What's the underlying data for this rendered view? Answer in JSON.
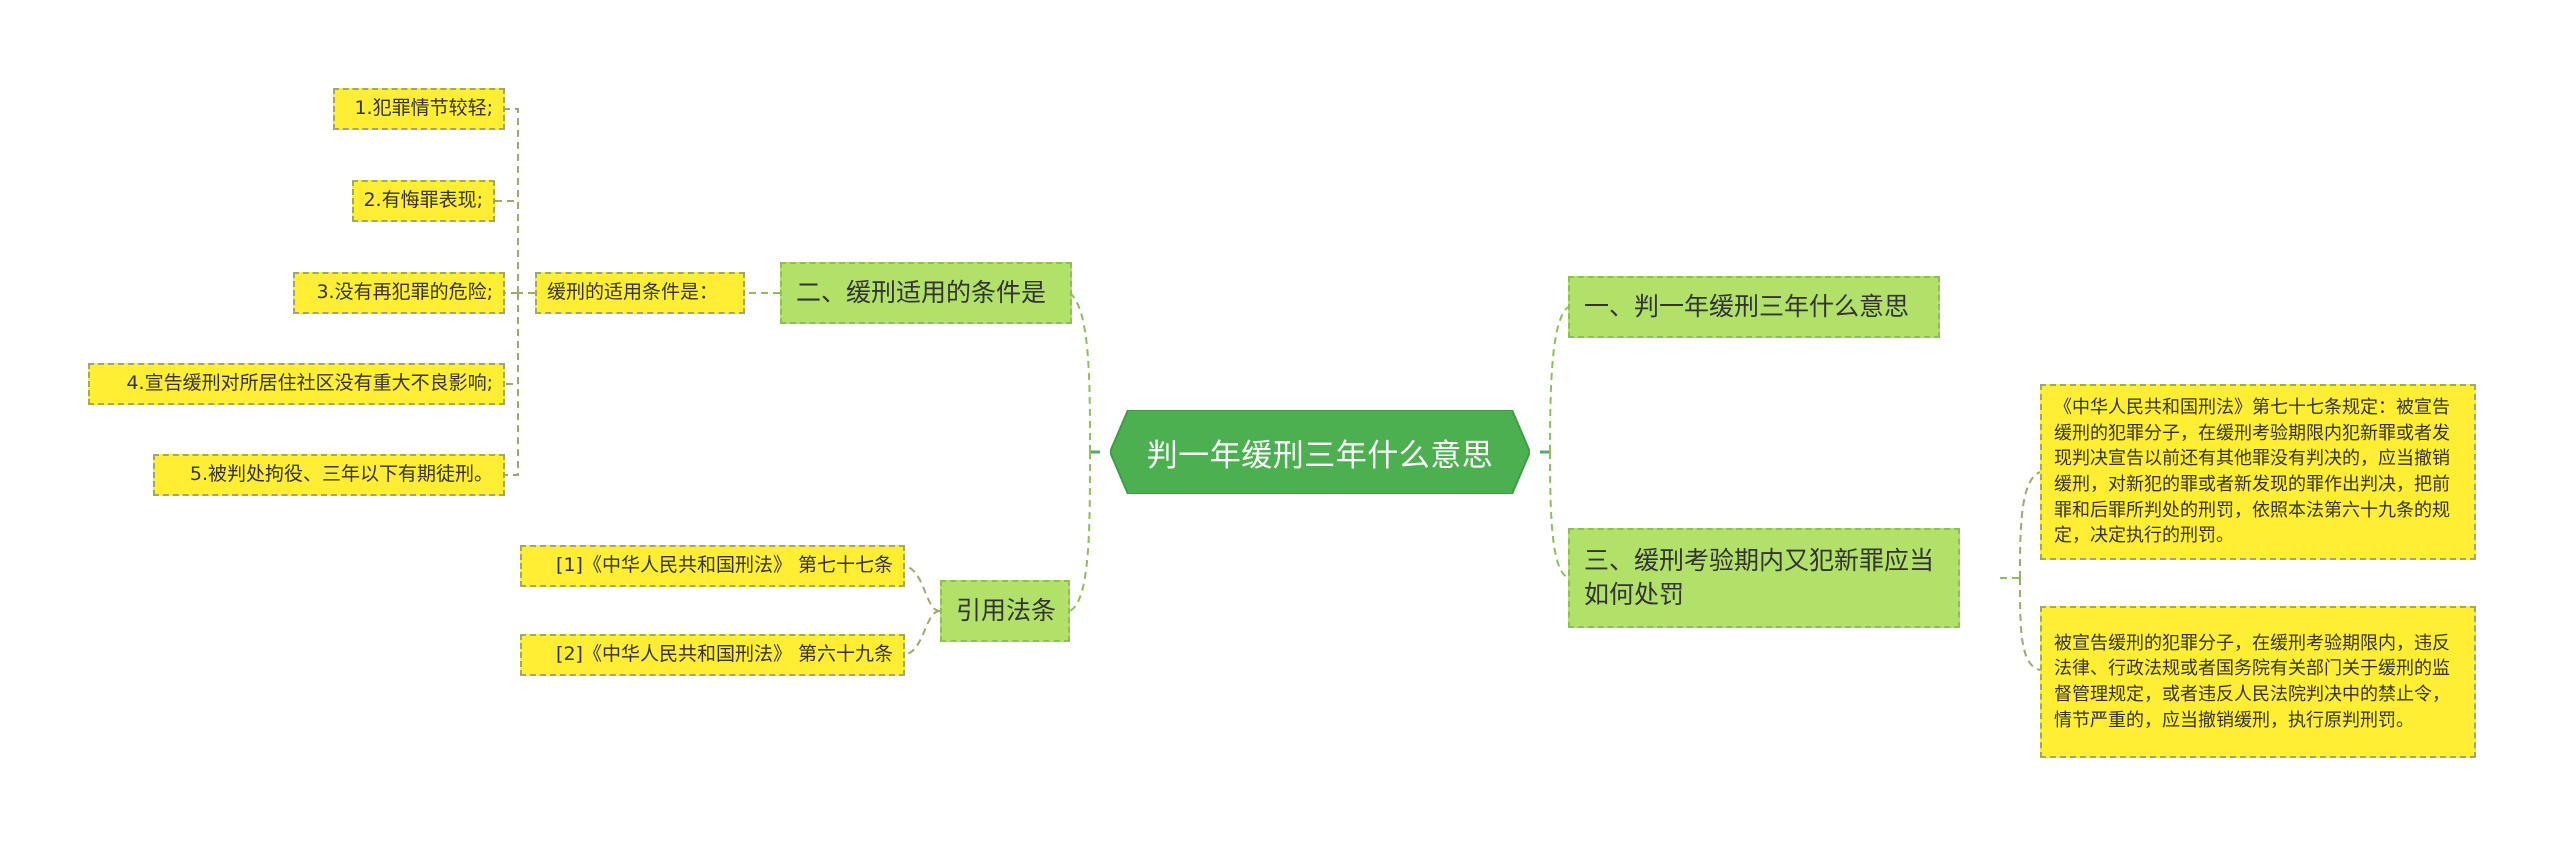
{
  "root": {
    "label": "判一年缓刑三年什么意思"
  },
  "left": {
    "conditions": {
      "label": "二、缓刑适用的条件是",
      "intro": "缓刑的适用条件是：",
      "items": [
        "1.犯罪情节较轻;",
        "2.有悔罪表现;",
        "3.没有再犯罪的危险;",
        "4.宣告缓刑对所居住社区没有重大不良影响;",
        "5.被判处拘役、三年以下有期徒刑。"
      ]
    },
    "citations": {
      "label": "引用法条",
      "items": [
        "[1]《中华人民共和国刑法》 第七十七条",
        "[2]《中华人民共和国刑法》 第六十九条"
      ]
    }
  },
  "right": {
    "meaning": {
      "label": "一、判一年缓刑三年什么意思"
    },
    "punishment": {
      "label": "三、缓刑考验期内又犯新罪应当如何处罚",
      "items": [
        "《中华人民共和国刑法》第七十七条规定：被宣告缓刑的犯罪分子，在缓刑考验期限内犯新罪或者发现判决宣告以前还有其他罪没有判决的，应当撤销缓刑，对新犯的罪或者新发现的罪作出判决，把前罪和后罪所判处的刑罚，依照本法第六十九条的规定，决定执行的刑罚。",
        "被宣告缓刑的犯罪分子，在缓刑考验期限内，违反法律、行政法规或者国务院有关部门关于缓刑的监督管理规定，或者违反人民法院判决中的禁止令，情节严重的，应当撤销缓刑，执行原判刑罚。"
      ]
    }
  },
  "colors": {
    "root_fill": "#4caf50",
    "branch_fill": "#b2e16a",
    "leaf_fill": "#ffee33",
    "root_line": "#5aa867",
    "branch_line": "#8cbf55",
    "leaf_line": "#9ea86a"
  }
}
